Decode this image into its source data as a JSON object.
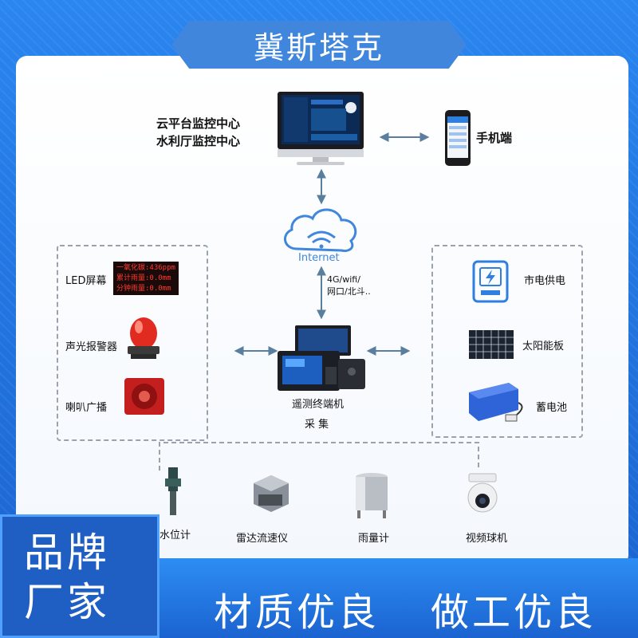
{
  "brand": {
    "title": "冀斯塔克",
    "tag": "品牌厂家",
    "tag_line1": "品牌",
    "tag_line2": "厂家"
  },
  "slogans": [
    "材质优良",
    "做工优良"
  ],
  "center": {
    "monitor_labels": [
      "云平台监控中心",
      "水利厅监控中心"
    ],
    "phone_label": "手机端",
    "internet_label": "Internet",
    "link_label_1": "4G/wifi/",
    "link_label_2": "网口/北斗..",
    "terminal_label": "遥测终端机",
    "collect_label": "采  集"
  },
  "left_panel": {
    "items": [
      {
        "label": "LED屏幕"
      },
      {
        "label": "声光报警器"
      },
      {
        "label": "喇叭广播"
      }
    ],
    "led_lines": [
      "一氧化碳:436ppm",
      "累计雨量:0.0mm",
      "分钟雨量:0.0mm"
    ]
  },
  "right_panel": {
    "items": [
      {
        "label": "市电供电"
      },
      {
        "label": "太阳能板"
      },
      {
        "label": "蓄电池"
      }
    ]
  },
  "sensors": [
    {
      "label": "水位计"
    },
    {
      "label": "雷达流速仪"
    },
    {
      "label": "雨量计"
    },
    {
      "label": "视频球机"
    }
  ],
  "colors": {
    "frame_blue": "#1e6fd9",
    "arrow": "#5a7f9e",
    "banner": "#3f86dc"
  }
}
